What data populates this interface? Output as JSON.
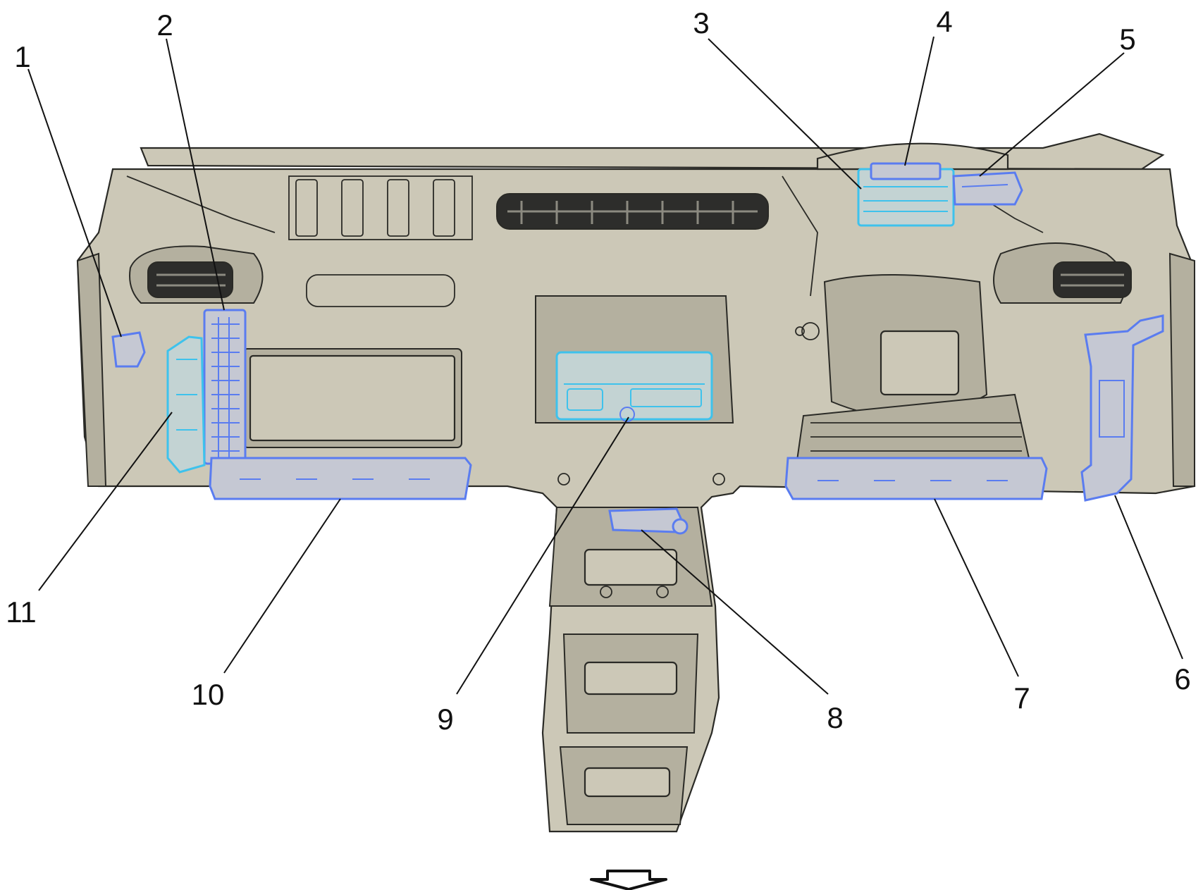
{
  "callouts": [
    {
      "id": "1",
      "label": "1"
    },
    {
      "id": "2",
      "label": "2"
    },
    {
      "id": "3",
      "label": "3"
    },
    {
      "id": "4",
      "label": "4"
    },
    {
      "id": "5",
      "label": "5"
    },
    {
      "id": "6",
      "label": "6"
    },
    {
      "id": "7",
      "label": "7"
    },
    {
      "id": "8",
      "label": "8"
    },
    {
      "id": "9",
      "label": "9"
    },
    {
      "id": "10",
      "label": "10"
    },
    {
      "id": "11",
      "label": "11"
    }
  ],
  "colors": {
    "dashboard_fill": "#ccc8b7",
    "module_blue": "#5a7cf0",
    "module_cyan": "#3ec2ec",
    "outline": "#2a2a26",
    "leader": "#111111"
  },
  "icons": {
    "forward_direction": "down-arrow-icon"
  }
}
